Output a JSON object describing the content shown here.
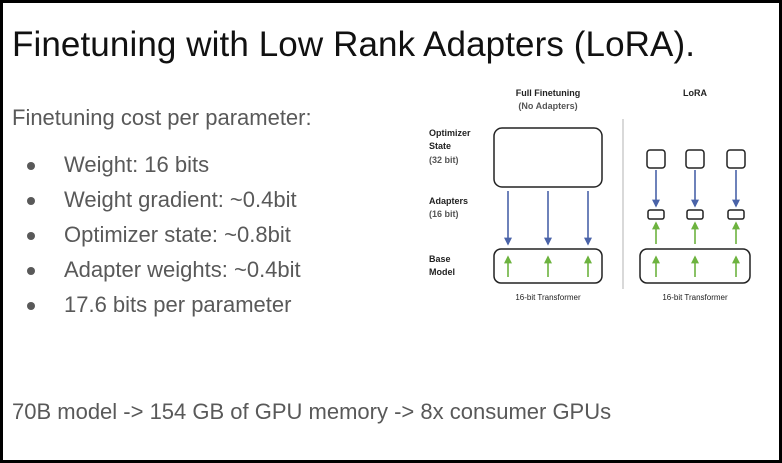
{
  "slide": {
    "title": "Finetuning with Low Rank Adapters (LoRA).",
    "subtitle": "Finetuning cost per parameter:",
    "bullets": [
      "Weight: 16 bits",
      "Weight gradient: ~0.4bit",
      "Optimizer state:  ~0.8bit",
      "Adapter weights: ~0.4bit",
      "17.6 bits per parameter"
    ],
    "footer": "70B model -> 154 GB of GPU memory -> 8x consumer GPUs"
  },
  "diagram": {
    "full_finetuning": {
      "title": "Full Finetuning",
      "subtitle": "(No Adapters)",
      "caption": "16-bit Transformer"
    },
    "lora": {
      "title": "LoRA",
      "caption": "16-bit Transformer"
    },
    "row_labels": {
      "optimizer_state": [
        "Optimizer",
        "State"
      ],
      "optimizer_state_note": "(32 bit)",
      "adapters": "Adapters",
      "adapters_note": "(16 bit)",
      "base_model": [
        "Base",
        "Model"
      ]
    },
    "colors": {
      "forward_arrow": "#6db33f",
      "backward_arrow": "#4a63a8",
      "box_border": "#222222",
      "divider": "#b3b3b3",
      "note_text": "#555555"
    }
  }
}
